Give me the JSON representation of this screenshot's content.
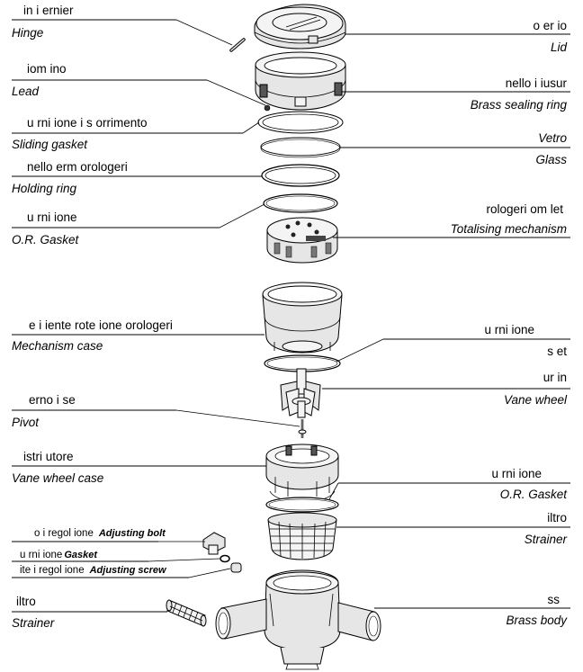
{
  "labels": {
    "hinge": {
      "it": "in i ernier",
      "en": "Hinge"
    },
    "lid": {
      "it": "o er io",
      "en": "Lid"
    },
    "lead": {
      "it": "iom ino",
      "en": "Lead"
    },
    "brass_ring": {
      "it": "nello i iusur",
      "en": "Brass sealing ring"
    },
    "sliding_gasket": {
      "it": "u rni ione i s orrimento",
      "en": "Sliding gasket"
    },
    "glass": {
      "it": "Vetro",
      "en": "Glass"
    },
    "holding_ring": {
      "it": "nello erm orologeri",
      "en": "Holding ring"
    },
    "or_gasket_top": {
      "it": "u rni ione",
      "en": "O.R. Gasket"
    },
    "totalising": {
      "it": "rologeri om let",
      "en": "Totalising mechanism"
    },
    "mechanism_case": {
      "it": "e i iente rote ione orologeri",
      "en": "Mechanism case"
    },
    "gasket_right": {
      "it": "u rni ione",
      "en": "s et"
    },
    "vane_wheel": {
      "it": "ur in",
      "en": "Vane wheel"
    },
    "pivot": {
      "it": "erno i se",
      "en": "Pivot"
    },
    "vane_wheel_case": {
      "it": "istri utore",
      "en": "Vane wheel case"
    },
    "or_gasket_right": {
      "it": "u rni ione",
      "en": "O.R. Gasket"
    },
    "strainer_right": {
      "it": "iltro",
      "en": "Strainer"
    },
    "adjusting_bolt": {
      "it": "o i regol ione",
      "en": "Adjusting bolt"
    },
    "gasket_small": {
      "it": "u rni ione",
      "en": "Gasket"
    },
    "adjusting_screw": {
      "it": "ite i regol ione",
      "en": "Adjusting screw"
    },
    "strainer_left": {
      "it": "iltro",
      "en": "Strainer"
    },
    "brass_body": {
      "it": "ss",
      "en": "Brass body"
    }
  }
}
